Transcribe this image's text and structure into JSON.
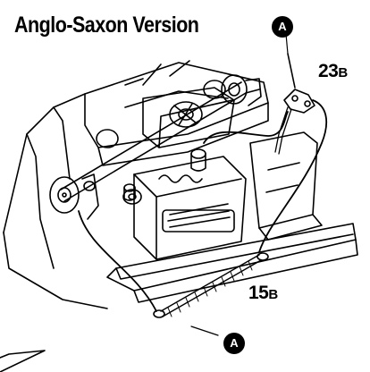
{
  "title": "Anglo-Saxon Version",
  "labels": {
    "part_23": {
      "number": "23",
      "suffix": "B"
    },
    "part_15": {
      "number": "15",
      "suffix": "B"
    }
  },
  "callouts": {
    "top": "A",
    "bottom": "A"
  },
  "colors": {
    "ink": "#000000",
    "paper": "#ffffff"
  }
}
